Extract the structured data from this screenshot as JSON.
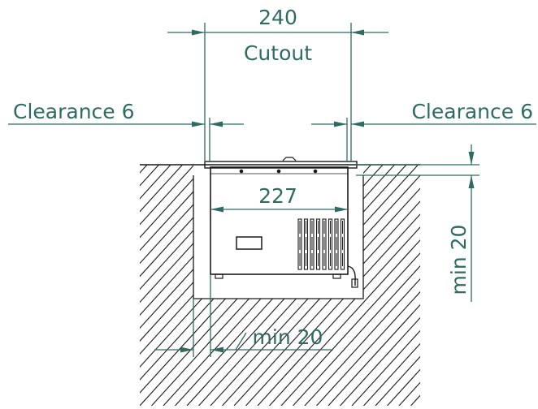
{
  "colors": {
    "dimension": "#2f6b63",
    "outline": "#1a1a1a",
    "background": "#ffffff"
  },
  "labels": {
    "cutout_width": "240",
    "cutout_caption": "Cutout",
    "clearance_left": "Clearance 6",
    "clearance_right": "Clearance 6",
    "unit_width": "227",
    "min_depth": "min 20",
    "min_side": "min 20"
  }
}
